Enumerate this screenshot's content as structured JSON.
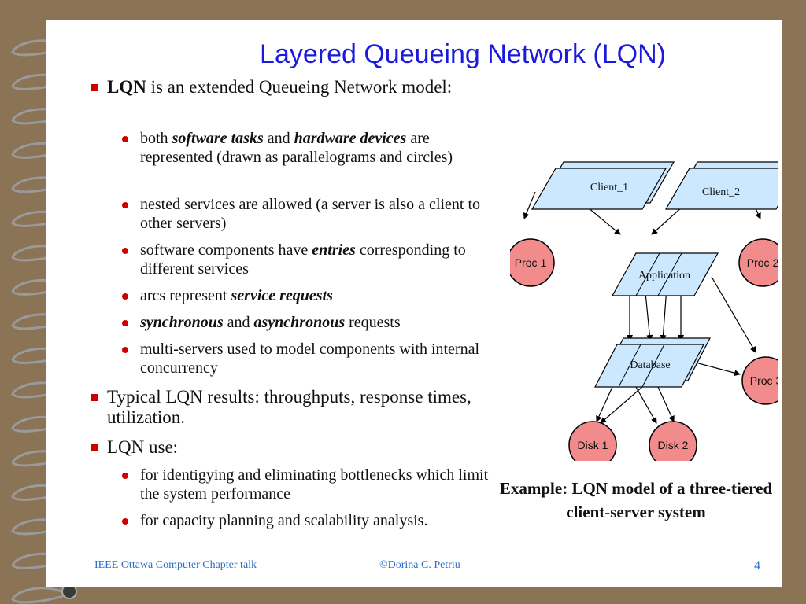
{
  "title": "Layered Queueing Network (LQN)",
  "bullets": {
    "b1_bold": "LQN",
    "b1_rest": " is an extended Queueing Network model:",
    "s1_a": "both ",
    "s1_b": "software tasks",
    "s1_c": " and ",
    "s1_d": "hardware devices",
    "s1_e": " are represented (drawn as parallelograms and circles)",
    "s2": "nested services are allowed (a server is also a client to other servers)",
    "s3_a": "software components have ",
    "s3_b": "entries",
    "s3_c": " corresponding to different services",
    "s4_a": "arcs represent ",
    "s4_b": "service requests",
    "s5_a": "synchronous",
    "s5_b": " and ",
    "s5_c": "asynchronous",
    "s5_d": " requests",
    "s6": "multi-servers used to model components with internal concurrency",
    "b2": "Typical LQN results: throughputs, response times, utilization.",
    "b3": "LQN use:",
    "s7": "for identigying and eliminating bottlenecks which limit the system performance",
    "s8": "for capacity planning and scalability analysis."
  },
  "diagram": {
    "client1": "Client_1",
    "client2": "Client_2",
    "application": "Application",
    "database": "Database",
    "proc1": "Proc 1",
    "proc2": "Proc 2",
    "proc3": "Proc 3",
    "disk1": "Disk 1",
    "disk2": "Disk 2",
    "task_fill": "#cce8ff",
    "device_fill": "#f28b8b"
  },
  "caption": "Example: LQN model of a three-tiered client-server system",
  "footer": {
    "left": "IEEE Ottawa Computer Chapter talk",
    "center": "©Dorina C. Petriu",
    "page": "4"
  }
}
